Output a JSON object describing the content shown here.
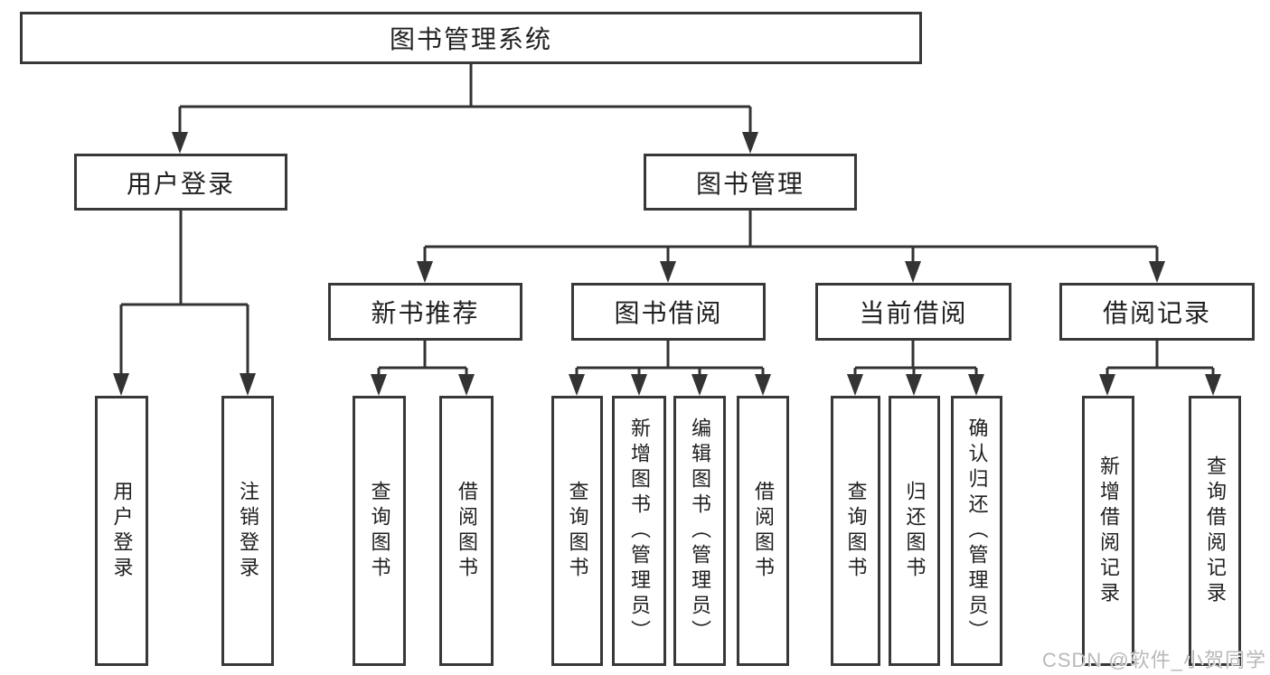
{
  "colors": {
    "background": "#ffffff",
    "line": "#333333",
    "box_border": "#383838",
    "text": "#202020",
    "watermark": "#b9b9b9"
  },
  "tree": {
    "root": {
      "label": "图书管理系统",
      "children": [
        {
          "label": "用户登录",
          "children": [
            {
              "label": "用户登录"
            },
            {
              "label": "注销登录"
            }
          ]
        },
        {
          "label": "图书管理",
          "children": [
            {
              "label": "新书推荐",
              "children": [
                {
                  "label": "查询图书"
                },
                {
                  "label": "借阅图书"
                }
              ]
            },
            {
              "label": "图书借阅",
              "children": [
                {
                  "label": "查询图书"
                },
                {
                  "label": "新增图书（管理员）"
                },
                {
                  "label": "编辑图书（管理员）"
                },
                {
                  "label": "借阅图书"
                }
              ]
            },
            {
              "label": "当前借阅",
              "children": [
                {
                  "label": "查询图书"
                },
                {
                  "label": "归还图书"
                },
                {
                  "label": "确认归还（管理员）"
                }
              ]
            },
            {
              "label": "借阅记录",
              "children": [
                {
                  "label": "新增借阅记录"
                },
                {
                  "label": "查询借阅记录"
                }
              ]
            }
          ]
        }
      ]
    }
  },
  "watermark": {
    "text": "CSDN @软件_小贺同学"
  }
}
